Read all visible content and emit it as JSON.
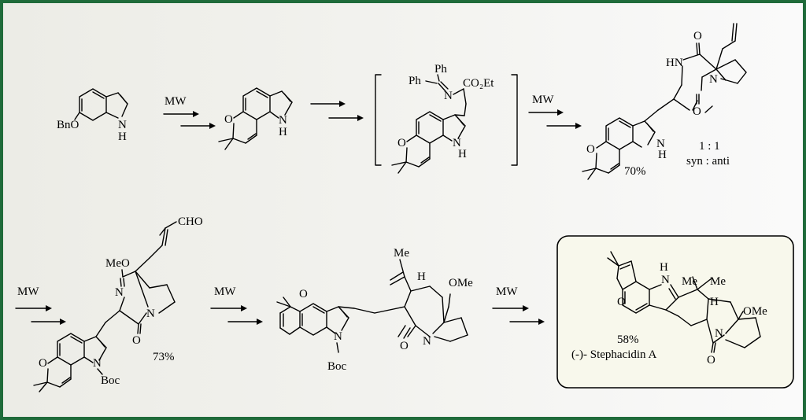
{
  "labels": {
    "mw": "MW",
    "bno": "BnO",
    "nh": "N",
    "h": "H",
    "ph": "Ph",
    "n": "N",
    "co2et": "CO₂Et",
    "o": "O",
    "hn": "HN",
    "ratio": "1 : 1",
    "syn_anti": "syn : anti",
    "yield1": "70%",
    "cho": "CHO",
    "meo": "MeO",
    "boc": "Boc",
    "yield2": "73%",
    "me": "Me",
    "ome": "OMe",
    "yield3": "58%",
    "product": "(-)- Stephacidin A"
  }
}
